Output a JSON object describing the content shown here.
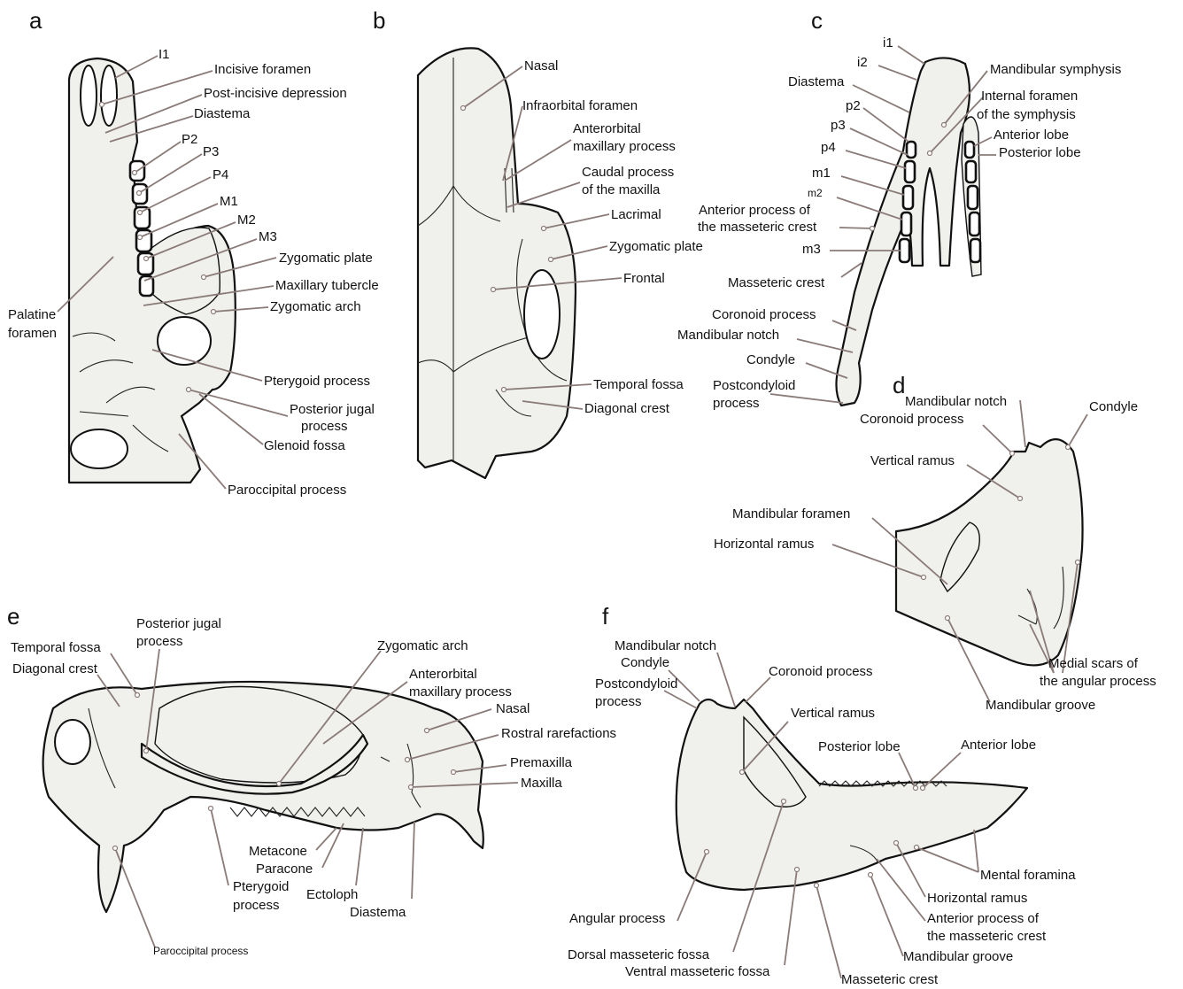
{
  "panels": {
    "a": {
      "letter": "a",
      "labels": {
        "i1": "I1",
        "incisive_foramen": "Incisive foramen",
        "post_incisive": "Post-incisive depression",
        "diastema": "Diastema",
        "p2": "P2",
        "p3": "P3",
        "p4": "P4",
        "m1": "M1",
        "m2": "M2",
        "m3": "M3",
        "zygomatic_plate": "Zygomatic plate",
        "maxillary_tubercle": "Maxillary tubercle",
        "zygomatic_arch": "Zygomatic arch",
        "palatine_foramen_1": "Palatine",
        "palatine_foramen_2": "foramen",
        "pterygoid": "Pterygoid process",
        "posterior_jugal_1": "Posterior jugal",
        "posterior_jugal_2": "process",
        "glenoid": "Glenoid fossa",
        "paroccipital": "Paroccipital process"
      }
    },
    "b": {
      "letter": "b",
      "labels": {
        "nasal": "Nasal",
        "infraorbital": "Infraorbital foramen",
        "anterorbital_1": "Anterorbital",
        "anterorbital_2": "maxillary process",
        "caudal_1": "Caudal process",
        "caudal_2": "of the maxilla",
        "lacrimal": "Lacrimal",
        "zygomatic_plate": "Zygomatic plate",
        "frontal": "Frontal",
        "temporal_fossa": "Temporal fossa",
        "diagonal_crest": "Diagonal crest"
      }
    },
    "c": {
      "letter": "c",
      "labels": {
        "i1": "i1",
        "i2": "i2",
        "diastema": "Diastema",
        "p2": "p2",
        "p3": "p3",
        "p4": "p4",
        "m1": "m1",
        "m2": "m2",
        "m3": "m3",
        "symphysis": "Mandibular symphysis",
        "internal_foramen_1": "Internal foramen",
        "internal_foramen_2": "of the symphysis",
        "anterior_lobe": "Anterior lobe",
        "posterior_lobe": "Posterior lobe",
        "ant_process_1": "Anterior process of",
        "ant_process_2": "the masseteric crest",
        "masseteric_crest": "Masseteric crest",
        "coronoid": "Coronoid process",
        "mandibular_notch": "Mandibular notch",
        "condyle": "Condyle",
        "postcondyloid_1": "Postcondyloid",
        "postcondyloid_2": "process"
      }
    },
    "d": {
      "letter": "d",
      "labels": {
        "mandibular_notch": "Mandibular notch",
        "coronoid": "Coronoid process",
        "condyle": "Condyle",
        "vertical_ramus": "Vertical ramus",
        "mandibular_foramen": "Mandibular foramen",
        "horizontal_ramus": "Horizontal ramus",
        "medial_scars_1": "Medial scars of",
        "medial_scars_2": "the angular process",
        "mandibular_groove": "Mandibular groove"
      }
    },
    "e": {
      "letter": "e",
      "labels": {
        "temporal_fossa": "Temporal fossa",
        "posterior_jugal_1": "Posterior jugal",
        "posterior_jugal_2": "process",
        "diagonal_crest": "Diagonal crest",
        "zygomatic_arch": "Zygomatic arch",
        "anterorbital_1": "Anterorbital",
        "anterorbital_2": "maxillary process",
        "nasal": "Nasal",
        "rostral": "Rostral rarefactions",
        "premaxilla": "Premaxilla",
        "maxilla": "Maxilla",
        "metacone": "Metacone",
        "paracone": "Paracone",
        "pterygoid_1": "Pterygoid",
        "pterygoid_2": "process",
        "ectoloph": "Ectoloph",
        "diastema": "Diastema",
        "paroccipital": "Paroccipital process"
      }
    },
    "f": {
      "letter": "f",
      "labels": {
        "mandibular_notch": "Mandibular notch",
        "condyle": "Condyle",
        "postcondyloid_1": "Postcondyloid",
        "postcondyloid_2": "process",
        "coronoid": "Coronoid process",
        "vertical_ramus": "Vertical ramus",
        "posterior_lobe": "Posterior lobe",
        "anterior_lobe": "Anterior lobe",
        "mental_foramina": "Mental foramina",
        "horizontal_ramus": "Horizontal ramus",
        "ant_process_1": "Anterior process of",
        "ant_process_2": "the masseteric crest",
        "mandibular_groove": "Mandibular groove",
        "angular_process": "Angular process",
        "dorsal_fossa": "Dorsal masseteric fossa",
        "ventral_fossa": "Ventral masseteric fossa",
        "masseteric_crest": "Masseteric crest"
      }
    }
  }
}
